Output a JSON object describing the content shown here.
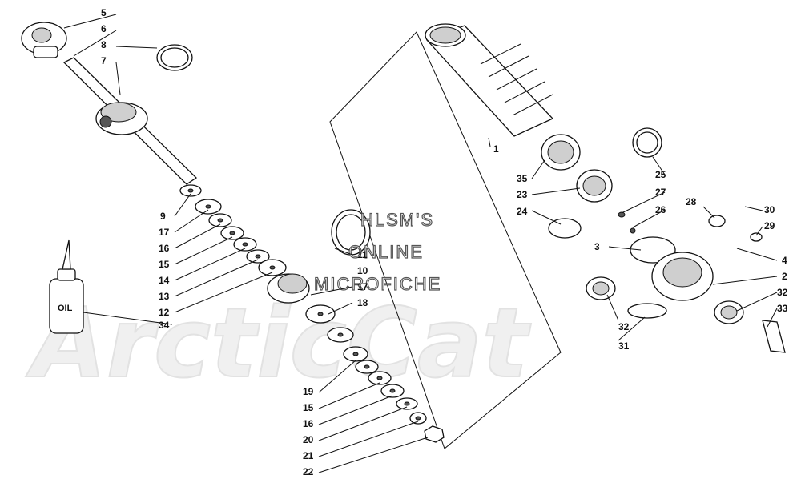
{
  "watermark": {
    "brand": "ArcticCat",
    "lines": [
      "HLSM'S",
      "ONLINE",
      "MICROFICHE"
    ]
  },
  "oil_bottle_label": "OIL",
  "callouts": {
    "c1": "1",
    "c2": "2",
    "c3": "3",
    "c4": "4",
    "c5": "5",
    "c6": "6",
    "c7": "7",
    "c8": "8",
    "c9": "9",
    "c10": "10",
    "c11": "11",
    "c12": "12",
    "c13": "13",
    "c14": "14",
    "c15a": "15",
    "c15b": "15",
    "c16a": "16",
    "c16b": "16",
    "c17a": "17",
    "c17b": "17",
    "c18": "18",
    "c19": "19",
    "c20": "20",
    "c21": "21",
    "c22": "22",
    "c23": "23",
    "c24": "24",
    "c25": "25",
    "c26": "26",
    "c27": "27",
    "c28": "28",
    "c29": "29",
    "c30": "30",
    "c31": "31",
    "c32a": "32",
    "c32b": "32",
    "c33": "33",
    "c34": "34",
    "c35": "35"
  }
}
